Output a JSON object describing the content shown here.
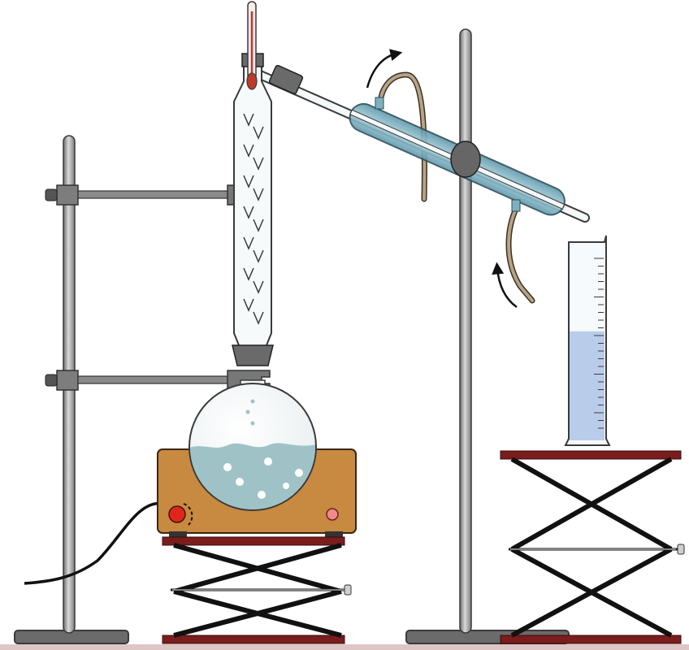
{
  "diagram": {
    "kind": "fractional distillation apparatus",
    "colors": {
      "rod": "#a9a9a9",
      "rod_edge": "#3a3a3a",
      "clamp": "#7d7d7d",
      "glass": "#f4f8f9",
      "glass_edge": "#3a3a3a",
      "liquid": "#9fc2c6",
      "condenser_jacket": "#7fb0bf",
      "hose": "#b7a486",
      "heater_body": "#c88940",
      "platform": "#7a1d1d",
      "scissor": "#111111",
      "cylinder_liquid": "#b9cdea",
      "knob": "#e0261b",
      "indicator": "#f08a8a",
      "thermometer_bulb": "#c0392b",
      "arrow": "#111111"
    },
    "components": [
      "ring-stand-left",
      "ring-stand-right",
      "fractionating-column",
      "thermometer",
      "round-bottom-flask",
      "liebig-condenser",
      "water-hoses",
      "heating-mantle",
      "lab-jack-left",
      "lab-jack-right",
      "graduated-cylinder",
      "power-cord"
    ],
    "water_flow_arrows": 2,
    "cylinder_fill_fraction": 0.55
  }
}
